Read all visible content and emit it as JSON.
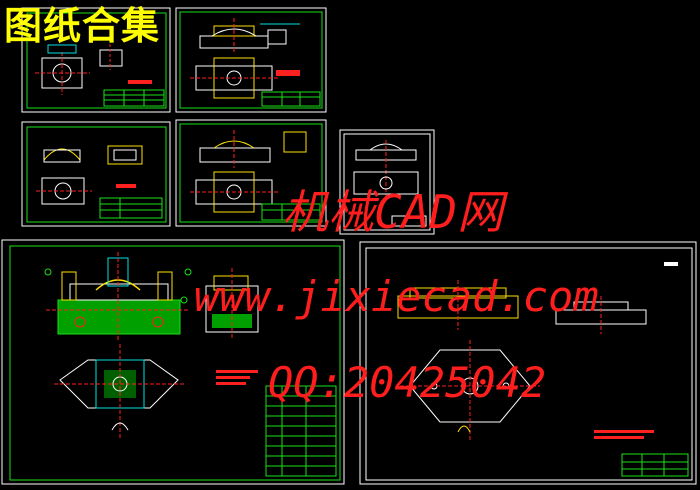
{
  "title": "图纸合集",
  "watermark": {
    "line1": "机械CAD网",
    "line2": "www.jixiecad.com",
    "line3": "QQ:20425042"
  },
  "colors": {
    "background": "#000000",
    "frame": "#18e018",
    "detail": "#ffffff",
    "accent_red": "#ff2020",
    "accent_yellow": "#ffe000",
    "accent_cyan": "#00e0e0",
    "title_color": "#ffff00",
    "watermark_color": "#ff1e1e"
  }
}
